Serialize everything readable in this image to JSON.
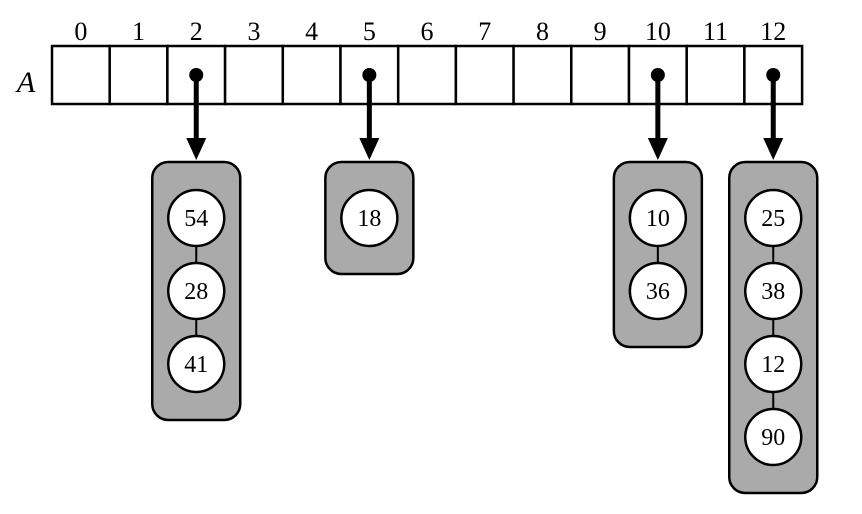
{
  "array": {
    "label": "A",
    "indices": [
      "0",
      "1",
      "2",
      "3",
      "4",
      "5",
      "6",
      "7",
      "8",
      "9",
      "10",
      "11",
      "12"
    ]
  },
  "buckets": [
    {
      "index": 2,
      "keys": [
        "54",
        "28",
        "41"
      ]
    },
    {
      "index": 5,
      "keys": [
        "18"
      ]
    },
    {
      "index": 10,
      "keys": [
        "10",
        "36"
      ]
    },
    {
      "index": 12,
      "keys": [
        "25",
        "38",
        "12",
        "90"
      ]
    }
  ],
  "colors": {
    "bucket_fill": "#aaaaaa",
    "stroke": "#000000",
    "node_fill": "#ffffff"
  }
}
